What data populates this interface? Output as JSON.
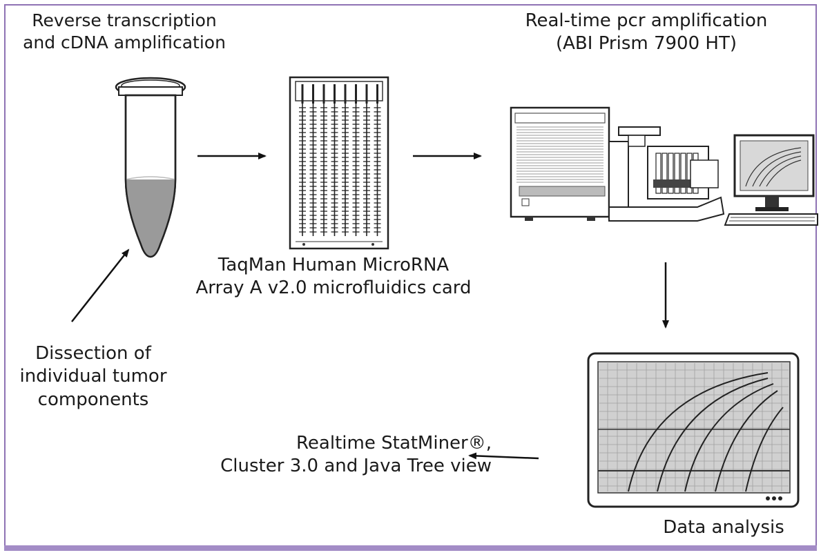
{
  "labels": {
    "reverse_transcription": "Reverse transcription\nand cDNA amplification",
    "realtime_pcr": "Real-time pcr amplification\n(ABI Prism 7900 HT)",
    "taqman_card": "TaqMan Human MicroRNA\nArray A v2.0 microfluidics card",
    "dissection": "Dissection of\nindividual tumor\ncomponents",
    "data_analysis": "Data analysis",
    "statminer": "Realtime StatMiner®,\nCluster 3.0 and Java Tree view"
  },
  "colors": {
    "frame": "#8e72b4",
    "tube_liquid": "#9a9a9a",
    "screen_bg": "#d0d0d0"
  },
  "icons": [
    "tube-icon",
    "microfluidics-card-icon",
    "pcr-instrument-icon",
    "monitor-icon",
    "data-analysis-screen-icon"
  ]
}
